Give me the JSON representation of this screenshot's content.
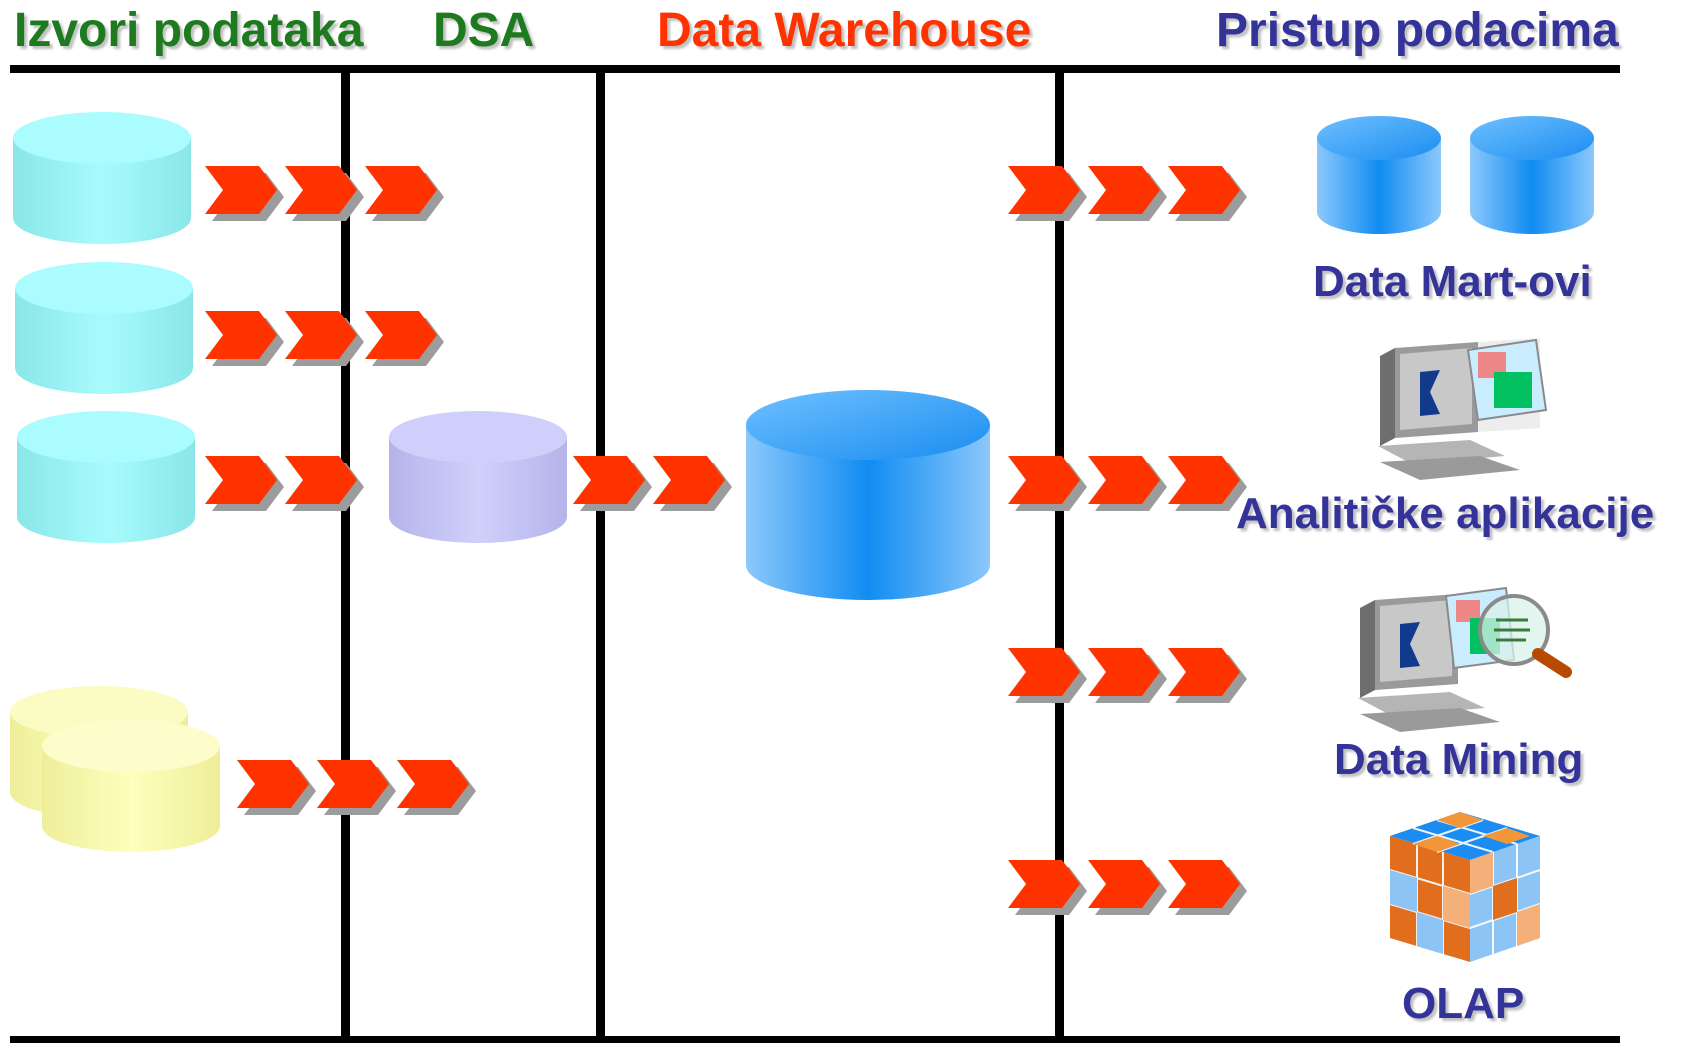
{
  "headers": {
    "sources": "Izvori podataka",
    "dsa": "DSA",
    "warehouse": "Data Warehouse",
    "access": "Pristup podacima"
  },
  "labels": {
    "data_marts": "Data Mart-ovi",
    "analytic_apps": "Analitičke aplikacije",
    "data_mining": "Data Mining",
    "olap": "OLAP"
  },
  "colors": {
    "header_green": "#1e7a1e",
    "header_red": "#ff3300",
    "header_blue": "#333399",
    "label_blue": "#333399",
    "arrow": "#ff3300",
    "source_db": "#88eef0",
    "legacy_db": "#f6f6a8",
    "dsa_db": "#c0c0f0",
    "warehouse_db": "#2a9cf6"
  }
}
